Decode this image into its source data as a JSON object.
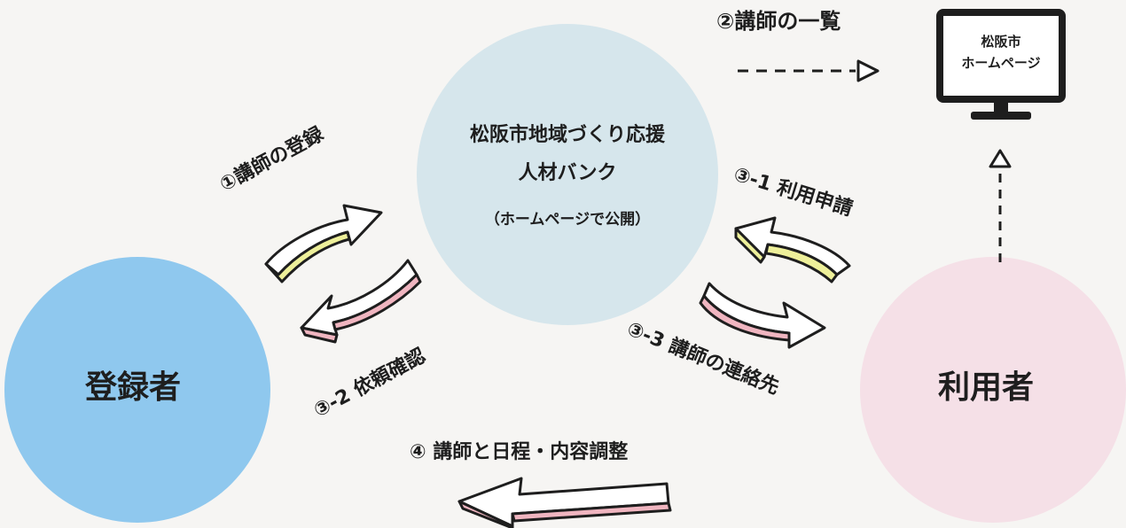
{
  "center_node": {
    "line1": "松阪市地域づくり応援",
    "line2": "人材バンク",
    "line3": "（ホームページで公開）"
  },
  "nodes": {
    "registrant": "登録者",
    "user": "利用者"
  },
  "homepage": {
    "line1": "松阪市",
    "line2": "ホームページ"
  },
  "steps": {
    "s1": "①講師の登録",
    "s2": "②講師の一覧",
    "s3_1": "③-1 利用申請",
    "s3_2": "③-2 依頼確認",
    "s3_3": "③-3 講師の連絡先",
    "s4": "④ 講師と日程・内容調整"
  },
  "colors": {
    "center": "#d6e6ec",
    "registrant": "#8fc8ee",
    "user": "#f5e0e7",
    "arrow_yellow_edge": "#eef09a",
    "arrow_pink_edge": "#f0b5c0",
    "outline": "#1e1e1e"
  }
}
